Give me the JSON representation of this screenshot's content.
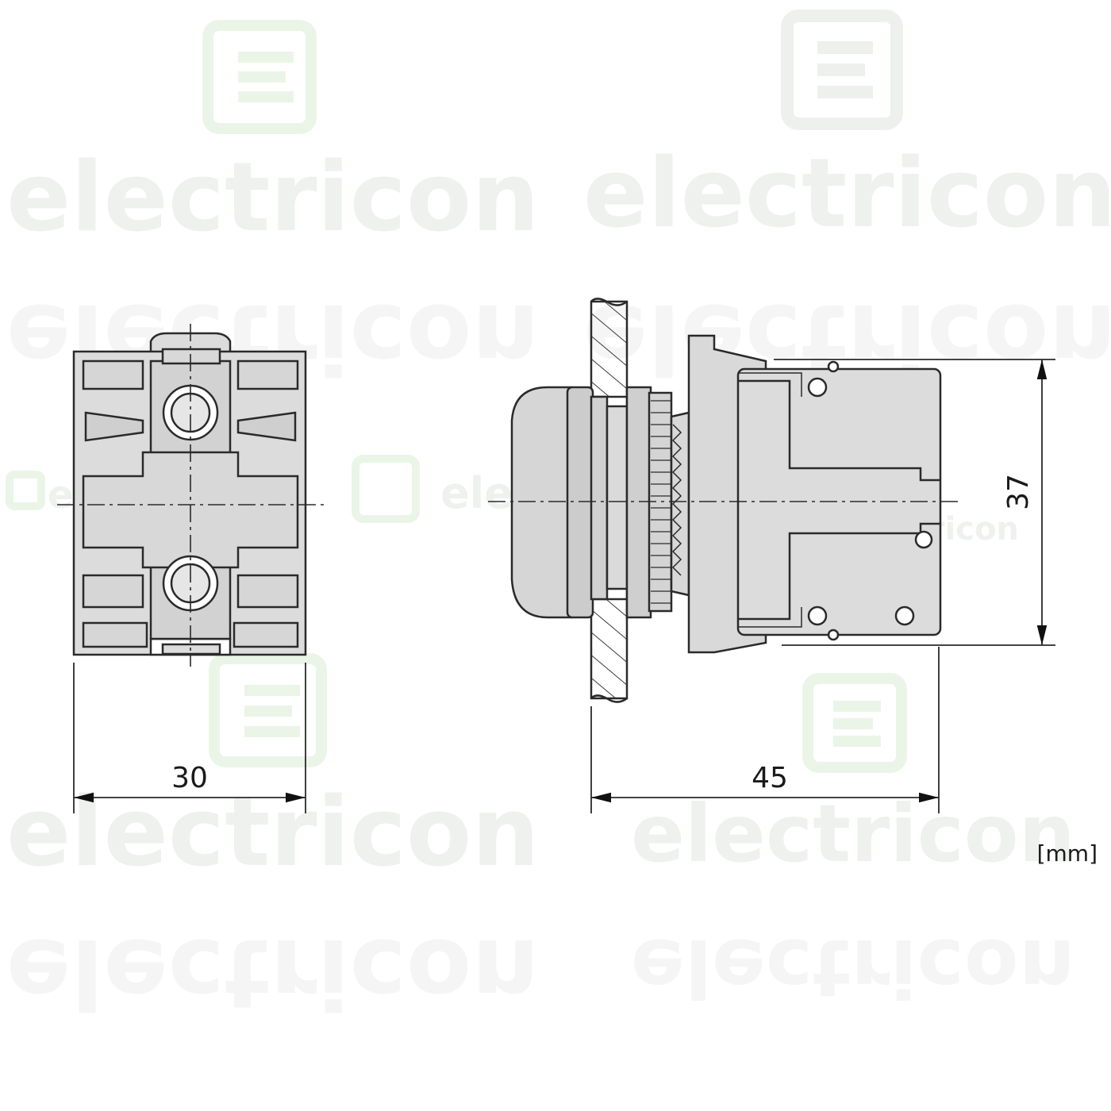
{
  "watermark": {
    "brand": "electricon",
    "text_color": "#eef1ee",
    "logo_color": "#f0f7ef"
  },
  "dimensions": {
    "front_width": "30",
    "side_depth": "45",
    "height": "37",
    "unit": "[mm]"
  },
  "colors": {
    "line": "#2a2a2a",
    "body_fill": "#dcdcdc",
    "panel_hatch": "#3a3a3a"
  }
}
